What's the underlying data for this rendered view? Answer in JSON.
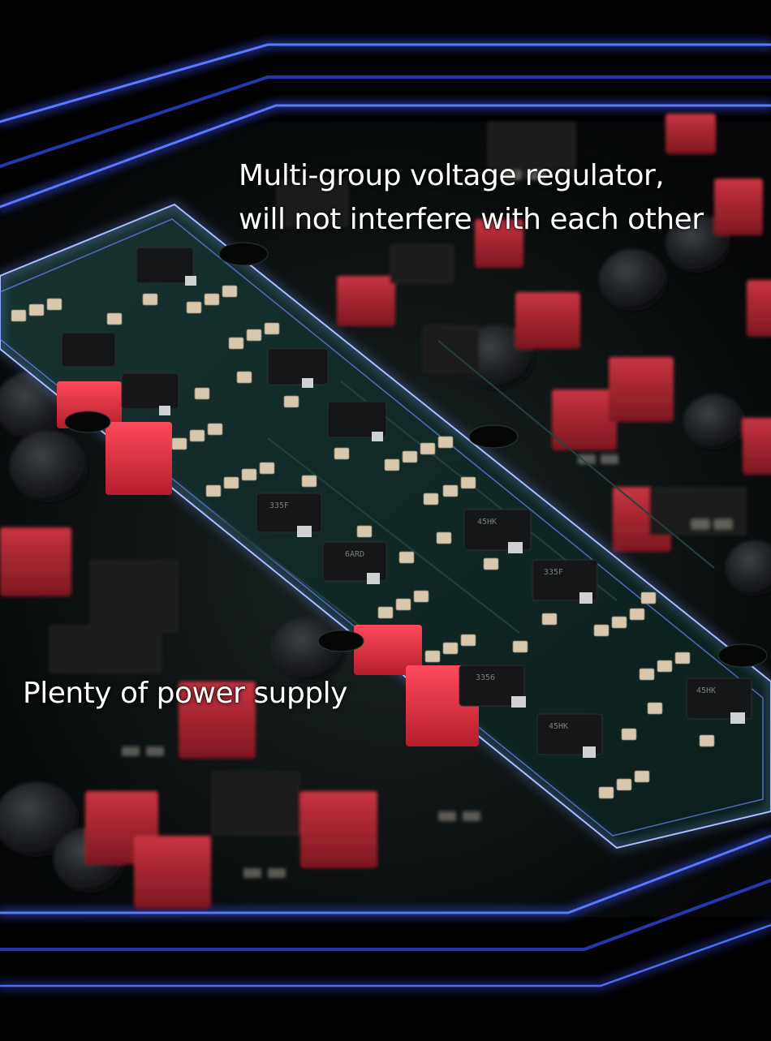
{
  "image": {
    "subject": "circuit-board-closeup",
    "highlight_color": "#5a7cff",
    "board_color": "#0f2420",
    "capacitor_color": "#d9303d"
  },
  "captions": {
    "top_line_1": "Multi-group voltage regulator,",
    "top_line_2": "will not interfere with each other",
    "bottom": "Plenty of power supply"
  }
}
